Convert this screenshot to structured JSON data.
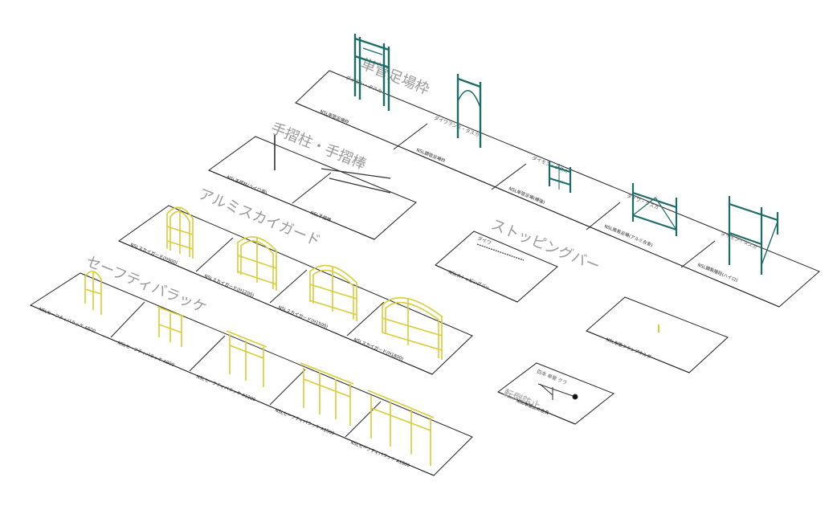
{
  "colors": {
    "teal": "#1d6b66",
    "yellow": "#d8cc3a",
    "line": "#222222",
    "title": "#999999"
  },
  "groups": {
    "frames": {
      "title": "単管足場枠",
      "subtitle": "ダイモン・タスカ",
      "labels": [
        "NSL単管足場枠",
        "NSL鋼管足場枠",
        "NSL単管足場(補強)",
        "NSL簡易足場(アルミ合金)",
        "NSL鋼製階段(ハイロ)"
      ],
      "tags": [
        "ダイワランス・タスカ",
        "ダイモン・タスカ",
        "ダイワ・タスカ",
        "ダイモン・タスカ"
      ]
    },
    "handrail": {
      "title": "手摺柱・手摺棒",
      "labels": [
        "NSL手摺柱(ハイロ用)",
        "NSL手摺棒"
      ]
    },
    "skyguard": {
      "title": "アルミスカイガード",
      "labels": [
        "NSLスカイガード(H900)",
        "NSLスカイガード(H1200)",
        "NSLスカイガード(H1500)",
        "NSLスカイガード(H1800)"
      ]
    },
    "stopper": {
      "title": "ストッピングバー",
      "tag": "ダイワ",
      "labels": [
        "NSLストッピングバー"
      ]
    },
    "safety": {
      "title": "セーフティバラッケ",
      "labels": [
        "NSLセーフティバラッケ A600",
        "NSLセーフティバラッケ A900",
        "NSLセーフティバラッケ A1200",
        "NSLセーフティバラッケ A1500",
        "NSLセーフティバラッケ A1800"
      ]
    },
    "clamp": {
      "labels": [
        "NSL単管クランプホルダー"
      ]
    },
    "tool": {
      "tag": "四本 単管 クラ",
      "title": "転倒防止",
      "labels": [
        "NSL単管止め金具"
      ]
    }
  }
}
